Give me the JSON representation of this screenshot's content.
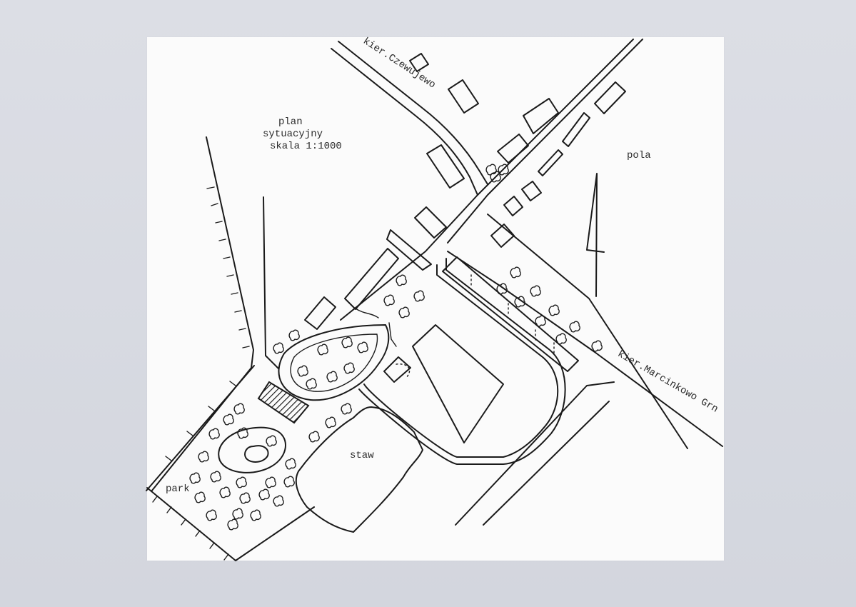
{
  "plan": {
    "title": "plan",
    "subtitle": "sytuacyjny",
    "scale": "skala 1:1000"
  },
  "labels": {
    "czewujewo": "kier.Czewujewo",
    "marcinkowo": "kier.Marcinkowo Grn",
    "pola": "pola",
    "staw": "staw",
    "park": "park"
  },
  "colors": {
    "ink": "#1a1a1a",
    "sheet": "#fbfbfb",
    "backing": "#d8dae0"
  },
  "icons": {
    "north_arrow": "north-arrow-icon",
    "manor": "hatched-building-icon"
  }
}
